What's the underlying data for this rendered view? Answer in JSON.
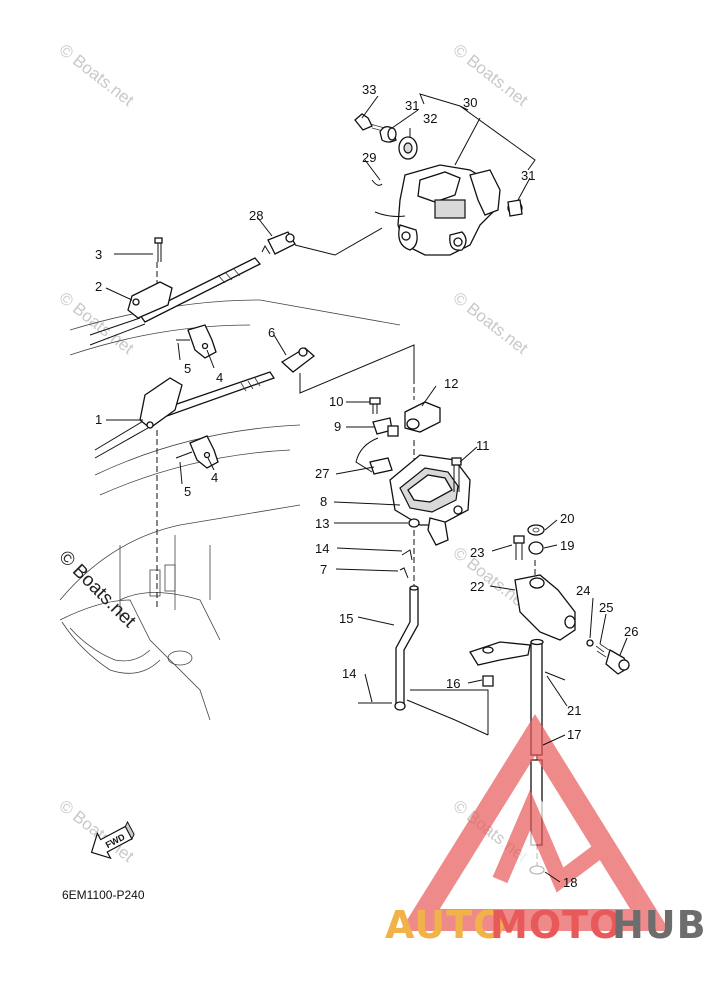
{
  "diagram": {
    "drawing_code": "6EM1100-P240",
    "direction_label": "FWD"
  },
  "watermark": {
    "small_text": "© Boats.net",
    "large_text": "© Boats.net",
    "brand_auto": "AUTO",
    "brand_moto": "MOTO",
    "brand_hub": "HUB",
    "brand_color_light": "#f2b24a",
    "brand_color_red": "#e85a5a",
    "brand_color_gray": "#6d6d6d"
  },
  "callouts": {
    "c1": "1",
    "c2": "2",
    "c3": "3",
    "c4a": "4",
    "c4b": "4",
    "c5a": "5",
    "c5b": "5",
    "c6": "6",
    "c7": "7",
    "c8": "8",
    "c9": "9",
    "c10": "10",
    "c11": "11",
    "c12": "12",
    "c13": "13",
    "c14a": "14",
    "c14b": "14",
    "c15": "15",
    "c16": "16",
    "c17": "17",
    "c18": "18",
    "c19": "19",
    "c20": "20",
    "c21": "21",
    "c22": "22",
    "c23": "23",
    "c24": "24",
    "c25": "25",
    "c26": "26",
    "c27": "27",
    "c28": "28",
    "c29": "29",
    "c30": "30",
    "c31a": "31",
    "c31b": "31",
    "c32": "32",
    "c33": "33"
  }
}
